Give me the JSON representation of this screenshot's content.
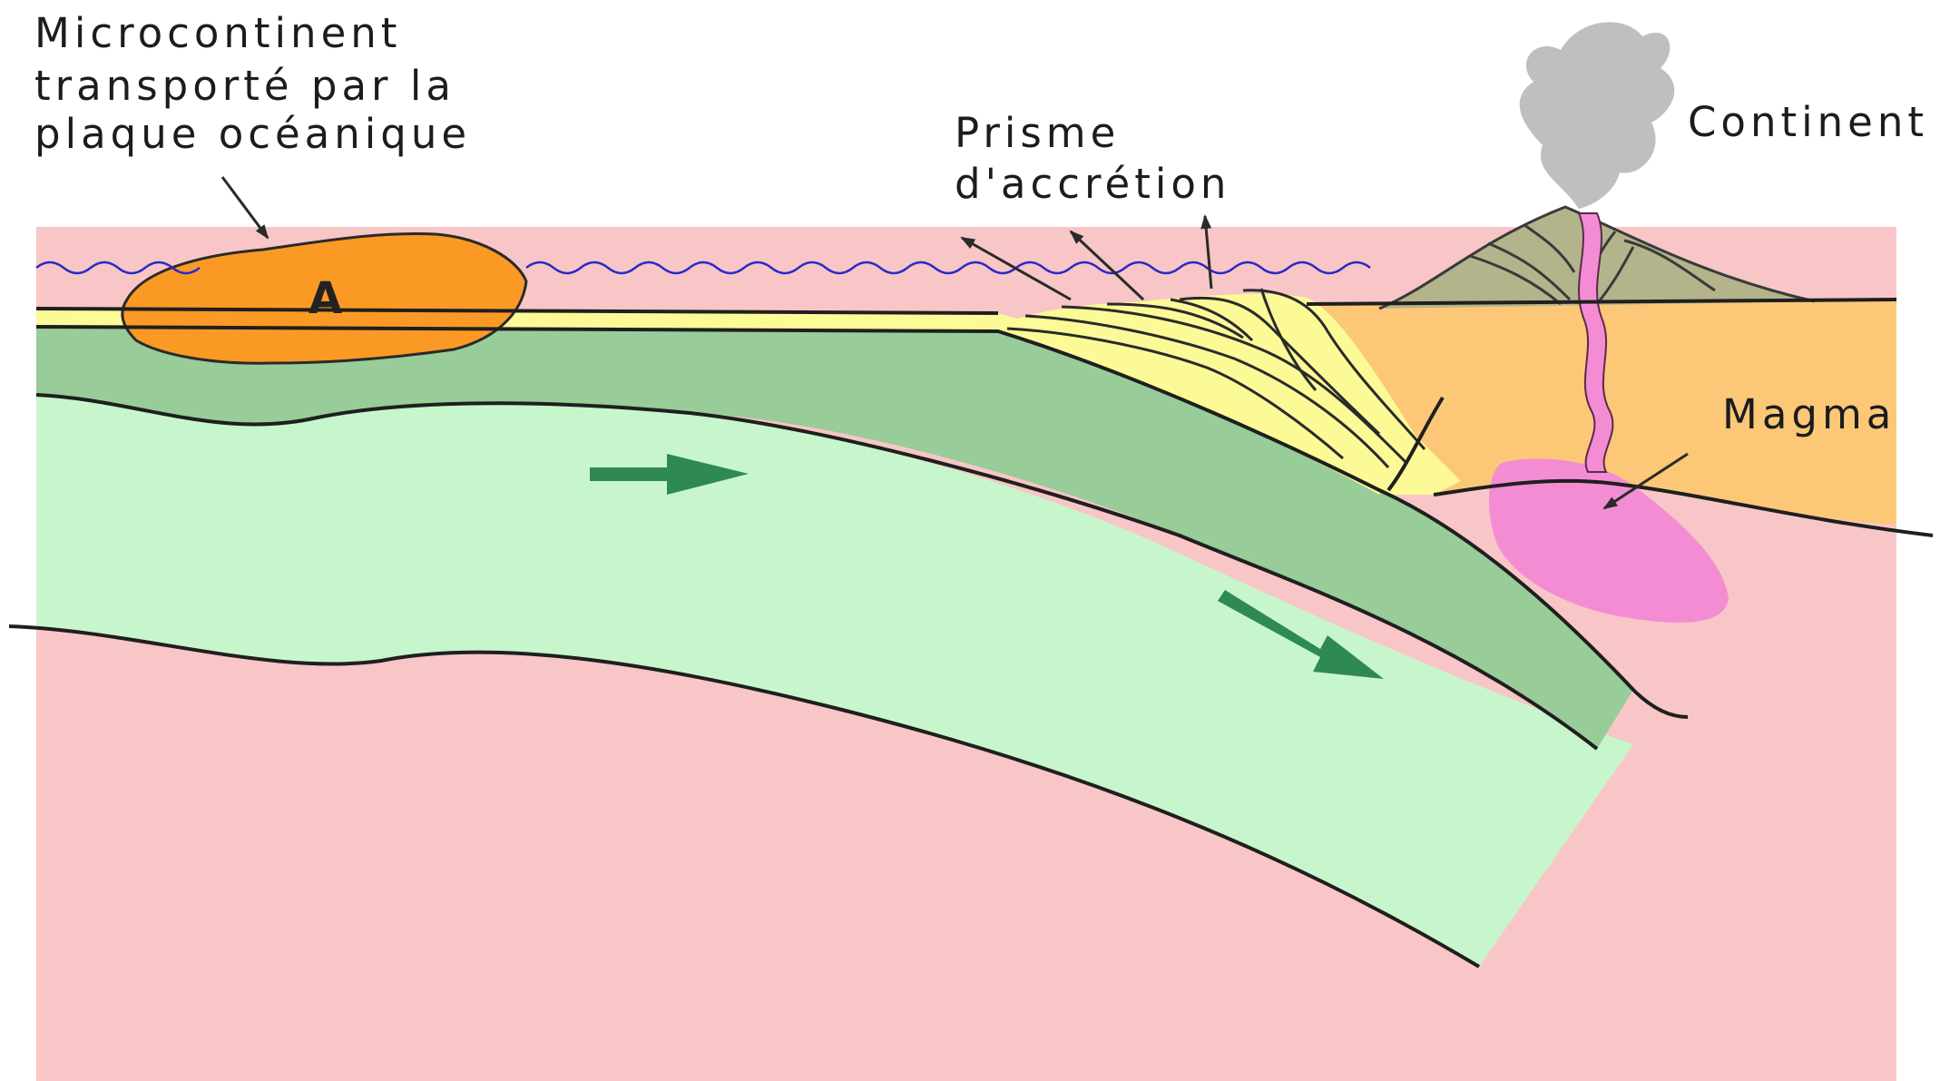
{
  "labels": {
    "microcontinent_line1": "Microcontinent",
    "microcontinent_line2": "transporté par la",
    "microcontinent_line3": "plaque océanique",
    "prisme_line1": "Prisme",
    "prisme_line2": "d'accrétion",
    "continent": "Continent",
    "magma": "Magma",
    "block_letter": "A"
  },
  "colors": {
    "mantle": "#f8c6c6",
    "lithospheric_mantle": "#c8f6cc",
    "oceanic_crust": "#98cc98",
    "sediments": "#fcfa96",
    "microcontinent": "#fa9a24",
    "continental_crust": "#fcc878",
    "volcano": "#b4b48c",
    "magma": "#f48cd4",
    "ash_cloud": "#bfbfbf",
    "sea_surface": "#2a2ac8",
    "motion_arrow": "#2e8a52"
  }
}
